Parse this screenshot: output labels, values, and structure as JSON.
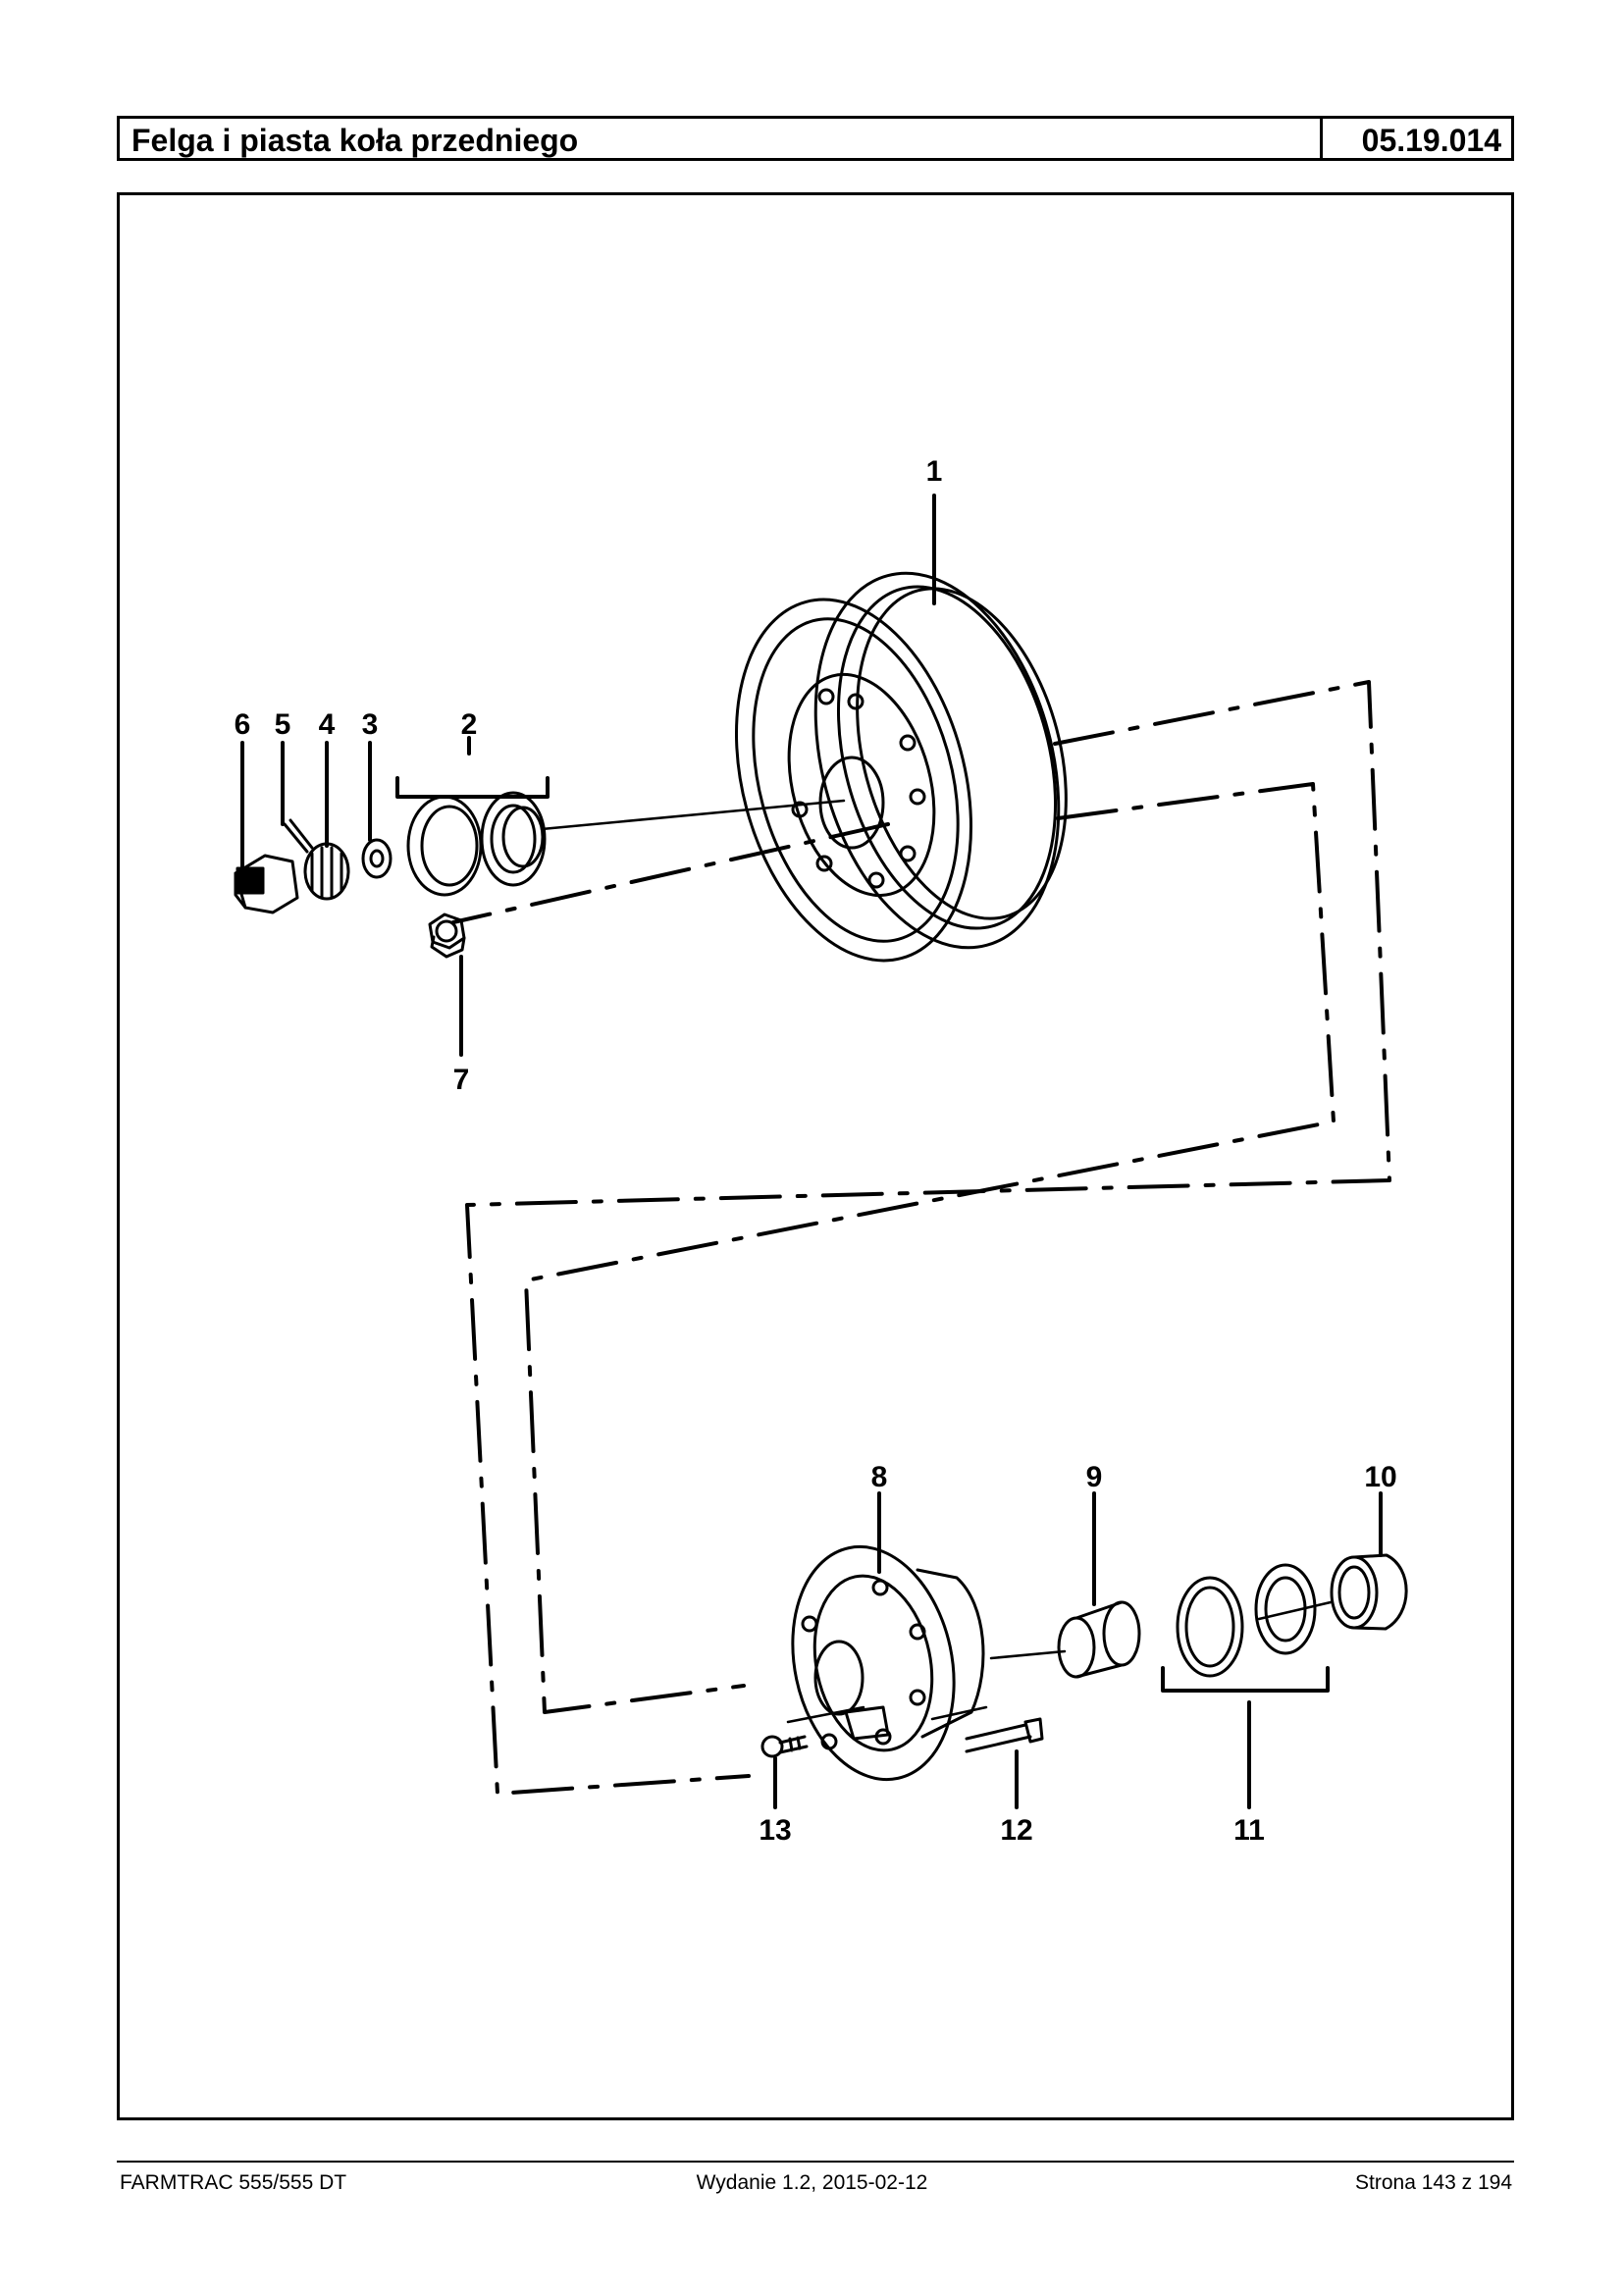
{
  "header": {
    "title": "Felga i piasta koła przedniego",
    "code": "05.19.014"
  },
  "callouts": [
    "1",
    "2",
    "3",
    "4",
    "5",
    "6",
    "7",
    "8",
    "9",
    "10",
    "11",
    "12",
    "13"
  ],
  "footer": {
    "left": "FARMTRAC 555/555 DT",
    "center": "Wydanie 1.2,  2015-02-12",
    "right": "Strona 143 z 194"
  }
}
